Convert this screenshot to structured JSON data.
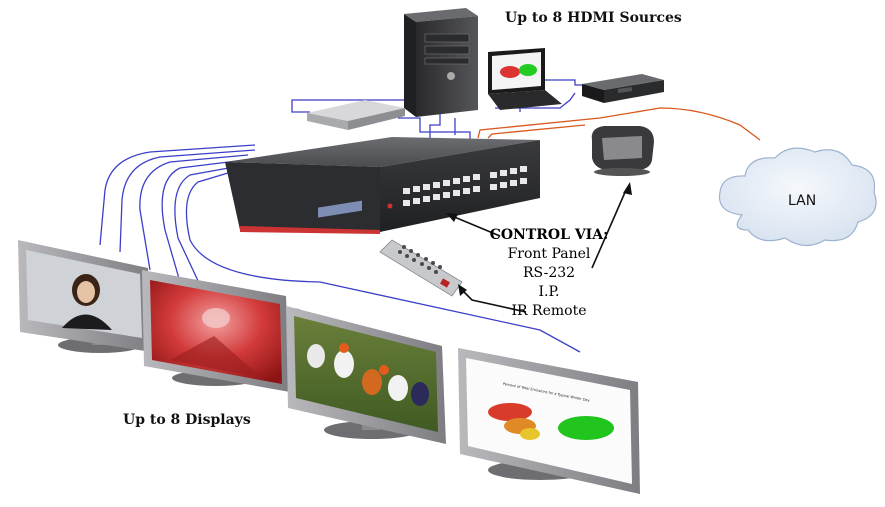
{
  "labels": {
    "sources": "Up to 8 HDMI Sources",
    "displays": "Up to 8 Displays",
    "lan": "LAN"
  },
  "control": {
    "title": "CONTROL VIA:",
    "methods": [
      "Front Panel",
      "RS-232",
      "I.P.",
      "IR Remote"
    ]
  },
  "colors": {
    "hdmi_cable": "#3b3fc8",
    "ip_cable": "#d8581c",
    "device_body": "#4a4a4c",
    "cloud_fill": "#e6eef8",
    "monitor_frame": "#8f8f93"
  },
  "chart_screen": {
    "title": "Percent of Total Emissions for a Typical Winter Day"
  }
}
